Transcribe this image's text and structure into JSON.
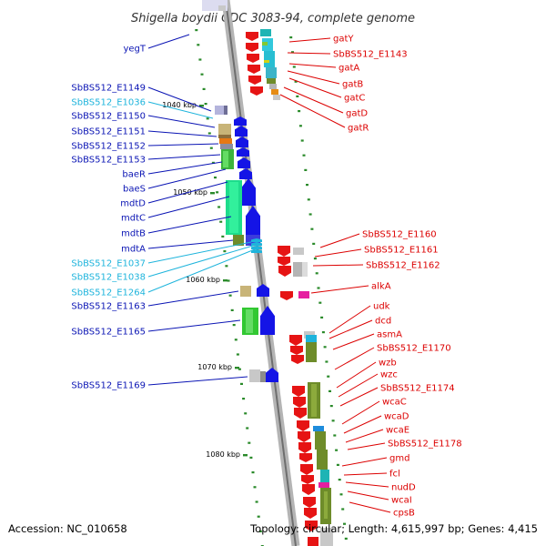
{
  "title": "Shigella boydii CDC 3083-94, complete genome",
  "accession": "Accession: NC_010658",
  "topology": "Topology: circular; Length: 4,615,997 bp; Genes: 4,415",
  "colors": {
    "left_label": "#0a14b4",
    "left_label_light": "#1eb4dc",
    "right_label": "#dc0000",
    "forward_gene": "#1414e6",
    "reverse_gene": "#e61414",
    "backbone": "#a0a0a0",
    "tick": "#2a8a2a"
  },
  "kbp_marks": [
    "1040 kbp",
    "1050 kbp",
    "1060 kbp",
    "1070 kbp",
    "1080 kbp"
  ],
  "left_labels": [
    {
      "text": "yegT",
      "light": false
    },
    {
      "text": "SbBS512_E1149",
      "light": false
    },
    {
      "text": "SbBS512_E1036",
      "light": true
    },
    {
      "text": "SbBS512_E1150",
      "light": false
    },
    {
      "text": "SbBS512_E1151",
      "light": false
    },
    {
      "text": "SbBS512_E1152",
      "light": false
    },
    {
      "text": "SbBS512_E1153",
      "light": false
    },
    {
      "text": "baeR",
      "light": false
    },
    {
      "text": "baeS",
      "light": false
    },
    {
      "text": "mdtD",
      "light": false
    },
    {
      "text": "mdtC",
      "light": false
    },
    {
      "text": "mdtB",
      "light": false
    },
    {
      "text": "mdtA",
      "light": false
    },
    {
      "text": "SbBS512_E1037",
      "light": true
    },
    {
      "text": "SbBS512_E1038",
      "light": true
    },
    {
      "text": "SbBS512_E1264",
      "light": true
    },
    {
      "text": "SbBS512_E1163",
      "light": false
    },
    {
      "text": "SbBS512_E1165",
      "light": false
    },
    {
      "text": "SbBS512_E1169",
      "light": false
    }
  ],
  "right_labels": [
    "gatY",
    "SbBS512_E1143",
    "gatA",
    "gatB",
    "gatC",
    "gatD",
    "gatR",
    "SbBS512_E1160",
    "SbBS512_E1161",
    "SbBS512_E1162",
    "alkA",
    "udk",
    "dcd",
    "asmA",
    "SbBS512_E1170",
    "wzb",
    "wzc",
    "SbBS512_E1174",
    "wcaC",
    "wcaD",
    "wcaE",
    "SbBS512_E1178",
    "gmd",
    "fcl",
    "nudD",
    "wcaI",
    "cpsB"
  ]
}
